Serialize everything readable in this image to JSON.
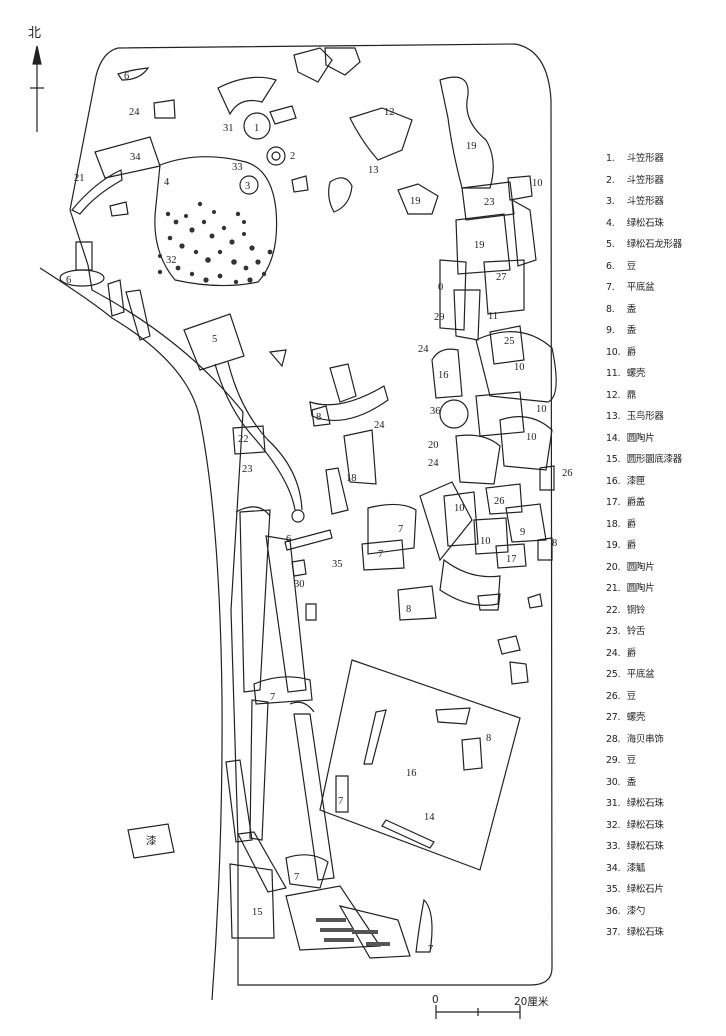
{
  "north_label": "北",
  "scale": {
    "start": "0",
    "end": "20厘米"
  },
  "legend": [
    {
      "num": "1.",
      "label": "斗笠形器"
    },
    {
      "num": "2.",
      "label": "斗笠形器"
    },
    {
      "num": "3.",
      "label": "斗笠形器"
    },
    {
      "num": "4.",
      "label": "绿松石珠"
    },
    {
      "num": "5.",
      "label": "绿松石龙形器"
    },
    {
      "num": "6.",
      "label": "豆"
    },
    {
      "num": "7.",
      "label": "平底盆"
    },
    {
      "num": "8.",
      "label": "盉"
    },
    {
      "num": "9.",
      "label": "盉"
    },
    {
      "num": "10.",
      "label": "爵"
    },
    {
      "num": "11.",
      "label": "螺壳"
    },
    {
      "num": "12.",
      "label": "鼎"
    },
    {
      "num": "13.",
      "label": "玉鸟形器"
    },
    {
      "num": "14.",
      "label": "圆陶片"
    },
    {
      "num": "15.",
      "label": "圆形圜底漆器"
    },
    {
      "num": "16.",
      "label": "漆匣"
    },
    {
      "num": "17.",
      "label": "爵盖"
    },
    {
      "num": "18.",
      "label": "爵"
    },
    {
      "num": "19.",
      "label": "爵"
    },
    {
      "num": "20.",
      "label": "圆陶片"
    },
    {
      "num": "21.",
      "label": "圆陶片"
    },
    {
      "num": "22.",
      "label": "铜铃"
    },
    {
      "num": "23.",
      "label": "铃舌"
    },
    {
      "num": "24.",
      "label": "爵"
    },
    {
      "num": "25.",
      "label": "平底盆"
    },
    {
      "num": "26.",
      "label": "豆"
    },
    {
      "num": "27.",
      "label": "螺壳"
    },
    {
      "num": "28.",
      "label": "海贝串饰"
    },
    {
      "num": "29.",
      "label": "豆"
    },
    {
      "num": "30.",
      "label": "盉"
    },
    {
      "num": "31.",
      "label": "绿松石珠"
    },
    {
      "num": "32.",
      "label": "绿松石珠"
    },
    {
      "num": "33.",
      "label": "绿松石珠"
    },
    {
      "num": "34.",
      "label": "漆觚"
    },
    {
      "num": "35.",
      "label": "绿松石片"
    },
    {
      "num": "36.",
      "label": "漆勺"
    },
    {
      "num": "37.",
      "label": "绿松石珠"
    }
  ],
  "tags": [
    {
      "id": "t6a",
      "text": "6"
    },
    {
      "id": "t24a",
      "text": "24"
    },
    {
      "id": "t31",
      "text": "31"
    },
    {
      "id": "t1",
      "text": "1"
    },
    {
      "id": "t34",
      "text": "34"
    },
    {
      "id": "t2",
      "text": "2"
    },
    {
      "id": "t33",
      "text": "33"
    },
    {
      "id": "t4",
      "text": "4"
    },
    {
      "id": "t3",
      "text": "3"
    },
    {
      "id": "t21",
      "text": "21"
    },
    {
      "id": "t32",
      "text": "32"
    },
    {
      "id": "t6b",
      "text": "6"
    },
    {
      "id": "t12",
      "text": "12"
    },
    {
      "id": "t13",
      "text": "13"
    },
    {
      "id": "t19a",
      "text": "19"
    },
    {
      "id": "t19b",
      "text": "19"
    },
    {
      "id": "t10a",
      "text": "10"
    },
    {
      "id": "t23a",
      "text": "23"
    },
    {
      "id": "t19c",
      "text": "19"
    },
    {
      "id": "t27",
      "text": "27"
    },
    {
      "id": "t0",
      "text": "0"
    },
    {
      "id": "t11",
      "text": "11"
    },
    {
      "id": "t29",
      "text": "29"
    },
    {
      "id": "t25",
      "text": "25"
    },
    {
      "id": "t24b",
      "text": "24"
    },
    {
      "id": "t10b",
      "text": "10"
    },
    {
      "id": "t16a",
      "text": "16"
    },
    {
      "id": "t36",
      "text": "36"
    },
    {
      "id": "t10c",
      "text": "10"
    },
    {
      "id": "t20",
      "text": "20"
    },
    {
      "id": "t10d",
      "text": "10"
    },
    {
      "id": "t24c",
      "text": "24"
    },
    {
      "id": "t26a",
      "text": "26"
    },
    {
      "id": "t26b",
      "text": "26"
    },
    {
      "id": "t10e",
      "text": "10"
    },
    {
      "id": "t9",
      "text": "9"
    },
    {
      "id": "t10f",
      "text": "10"
    },
    {
      "id": "t17",
      "text": "17"
    },
    {
      "id": "t8a",
      "text": "8"
    },
    {
      "id": "t5",
      "text": "5"
    },
    {
      "id": "t22",
      "text": "22"
    },
    {
      "id": "t23b",
      "text": "23"
    },
    {
      "id": "t8b",
      "text": "8"
    },
    {
      "id": "t24d",
      "text": "24"
    },
    {
      "id": "t18",
      "text": "18"
    },
    {
      "id": "t7a",
      "text": "7"
    },
    {
      "id": "t7b",
      "text": "7"
    },
    {
      "id": "t6c",
      "text": "6"
    },
    {
      "id": "t35",
      "text": "35"
    },
    {
      "id": "t30",
      "text": "30"
    },
    {
      "id": "t8c",
      "text": "8"
    },
    {
      "id": "t7c",
      "text": "7"
    },
    {
      "id": "t8d",
      "text": "8"
    },
    {
      "id": "t16b",
      "text": "16"
    },
    {
      "id": "t7d",
      "text": "7"
    },
    {
      "id": "t14",
      "text": "14"
    },
    {
      "id": "t7e",
      "text": "7"
    },
    {
      "id": "t15",
      "text": "15"
    },
    {
      "id": "t7f",
      "text": "7"
    },
    {
      "id": "tlac",
      "text": "漆"
    }
  ]
}
